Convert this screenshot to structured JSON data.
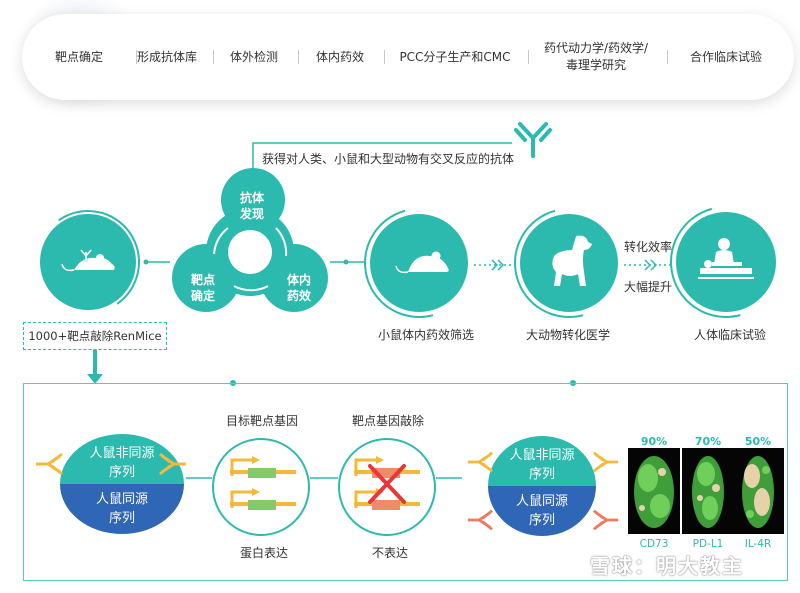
{
  "steps": [
    "靶点确定",
    "形成抗体库",
    "体外检测",
    "体内药效",
    "PCC分子生产和CMC",
    "药代动力学/药效学/\n毒理学研究",
    "合作临床试验"
  ],
  "cross_reactive_label": "获得对人类、小鼠和大型动物有交叉反应的抗体",
  "trefoil": {
    "top": "抗体\n发现",
    "left": "靶点\n确定",
    "right": "体内\n药效"
  },
  "mouse_screen_label": "小鼠体内药效筛选",
  "large_animal_label": "大动物转化医学",
  "efficiency_line1": "转化效率",
  "efficiency_line2": "大幅提升",
  "human_trial_label": "人体临床试验",
  "renmice_label": "1000+靶点敲除RenMice",
  "panel": {
    "left_circle_top": "人鼠非同源\n序列",
    "left_circle_bottom": "人鼠同源\n序列",
    "target_gene_label": "目标靶点基因",
    "protein_expr_label": "蛋白表达",
    "knockout_label": "靶点基因敲除",
    "no_expr_label": "不表达",
    "right_circle_top": "人鼠非同源\n序列",
    "right_circle_bottom": "人鼠同源\n序列"
  },
  "proteins": [
    {
      "pct": "90%",
      "name": "CD73"
    },
    {
      "pct": "70%",
      "name": "PD-L1"
    },
    {
      "pct": "50%",
      "name": "IL-4R"
    }
  ],
  "watermark": "雪球：明大教主",
  "colors": {
    "teal": "#2dbaae",
    "blue": "#2f66b6",
    "antibody_yellow": "#f5b93a",
    "antibody_red": "#ef7a5e",
    "gene_green": "#84c96c",
    "cross_red": "#e5383b"
  },
  "icons": [
    "antibody-icon",
    "mouse-icon",
    "dog-icon",
    "patient-icon",
    "cross-icon"
  ]
}
